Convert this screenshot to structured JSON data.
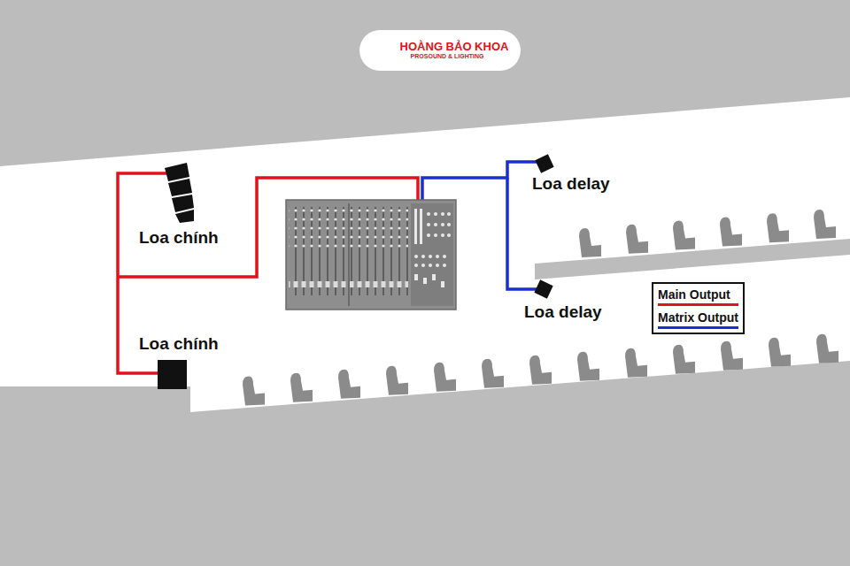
{
  "diagram": {
    "nodes": [
      {
        "text": [
          "HOÀNG BẢO KHOA",
          "PROSOUND & LIGHTING"
        ]
      }
    ],
    "labels": [
      "Loa chính",
      "Loa chính",
      "Loa delay",
      "Loa delay"
    ],
    "legend": [
      {
        "text": "Main Output",
        "color": "#e0121b"
      },
      {
        "text": "Matrix Output",
        "color": "#1a2fd0"
      }
    ]
  }
}
